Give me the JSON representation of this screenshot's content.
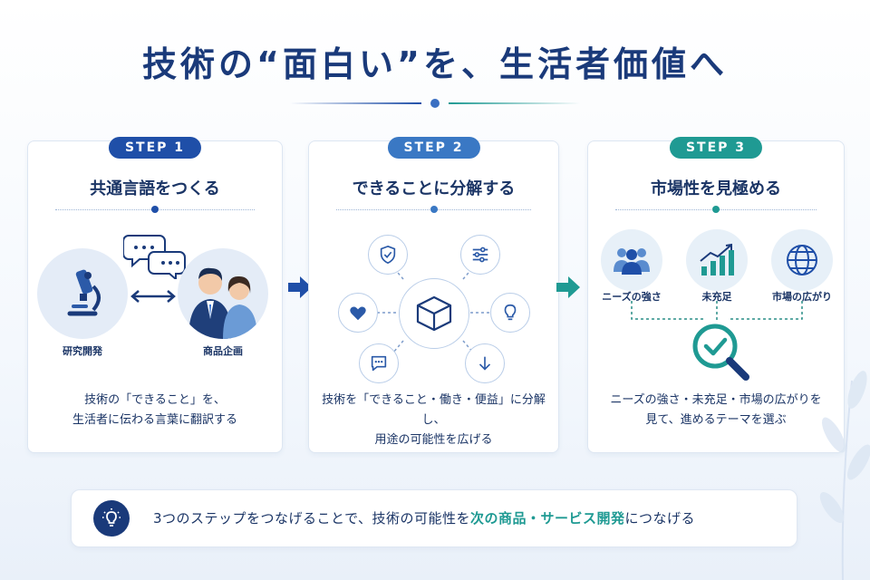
{
  "title": "技術の“面白い”を、生活者価値へ",
  "steps": [
    {
      "badge": "STEP 1",
      "title": "共通言語をつくる",
      "labels": {
        "left": "研究開発",
        "right": "商品企画"
      },
      "desc_lines": [
        "技術の「できること」を、",
        "生活者に伝わる言葉に翻訳する"
      ]
    },
    {
      "badge": "STEP 2",
      "title": "できることに分解する",
      "desc_lines": [
        "技術を「できること・働き・便益」に分解し、",
        "用途の可能性を広げる"
      ]
    },
    {
      "badge": "STEP 3",
      "title": "市場性を見極める",
      "labels": {
        "a": "ニーズの強さ",
        "b": "未充足",
        "c": "市場の広がり"
      },
      "desc_lines": [
        "ニーズの強さ・未充足・市場の広がりを",
        "見て、進めるテーマを選ぶ"
      ]
    }
  ],
  "banner": {
    "text_before": "3つのステップをつなげることで、技術の可能性を",
    "highlight": "次の商品・サービス開発",
    "text_after": "につなげる"
  },
  "colors": {
    "navy": "#1a3a7a",
    "step1": "#1f4fa8",
    "step2": "#3a78c4",
    "step3": "#1f9a93"
  },
  "icons": {
    "step1": [
      "microscope-icon",
      "speech-bubbles-icon",
      "double-arrow-icon",
      "people-icon"
    ],
    "step2": [
      "cube-icon",
      "shield-check-icon",
      "sliders-icon",
      "heart-icon",
      "lightbulb-icon",
      "chat-icon",
      "download-arrow-icon"
    ],
    "step3": [
      "users-icon",
      "growth-chart-icon",
      "globe-icon",
      "magnifier-check-icon"
    ],
    "banner": "lightbulb-icon"
  }
}
